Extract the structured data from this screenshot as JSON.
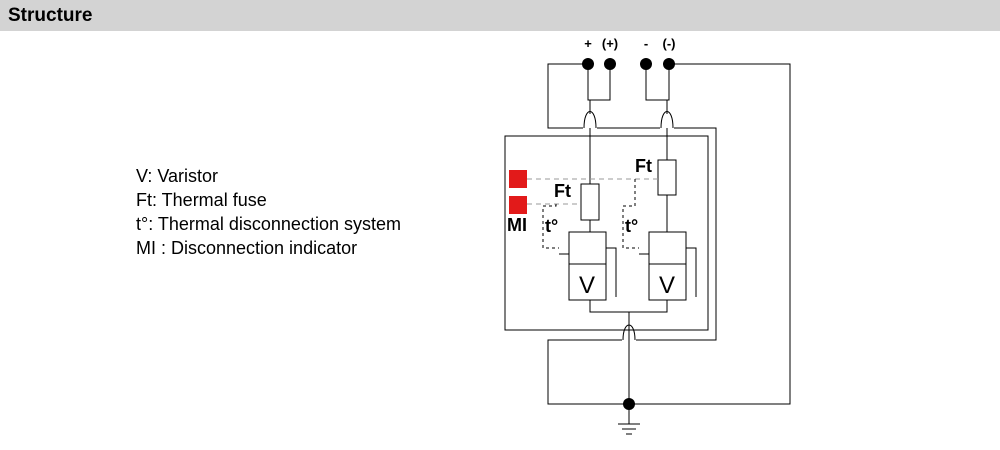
{
  "header": {
    "title": "Structure"
  },
  "legend": {
    "items": [
      "V: Varistor",
      "Ft: Thermal fuse",
      "t°: Thermal disconnection system",
      "MI : Disconnection indicator"
    ]
  },
  "diagram": {
    "terminals": {
      "plus": "+",
      "plus_paren": "(+)",
      "minus": "-",
      "minus_paren": "(-)"
    },
    "labels": {
      "ft": "Ft",
      "mi": "MI",
      "t_deg": "t°",
      "v": "V"
    },
    "colors": {
      "indicator": "#e21a1a",
      "dashed": "#9a9a9a"
    }
  }
}
